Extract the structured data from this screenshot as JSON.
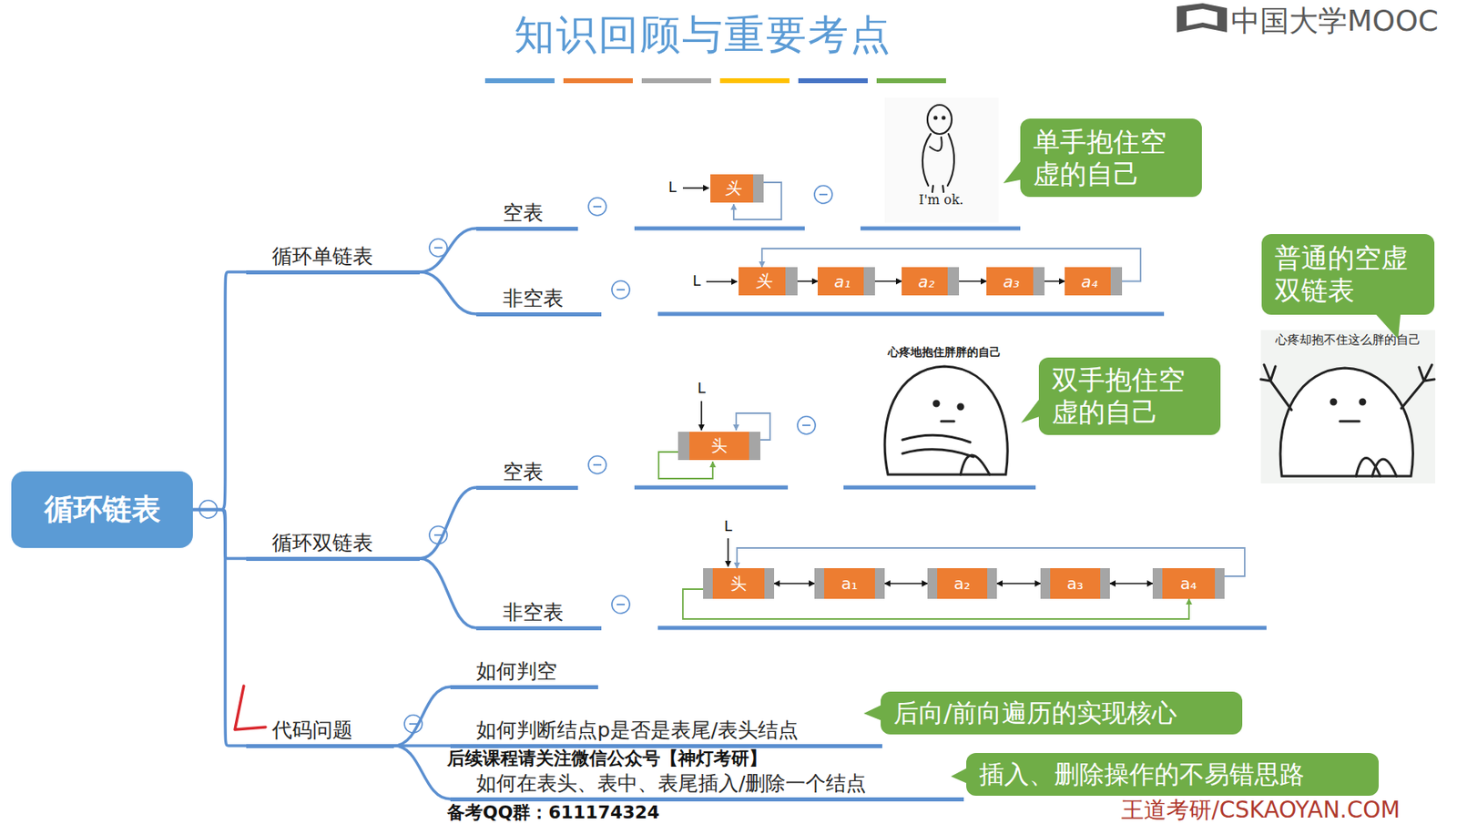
{
  "diagram": {
    "title": "知识回顾与重要考点",
    "nodes": [
      {
        "text": [
          "循环链表"
        ]
      },
      {
        "text": [
          "循环单链表"
        ]
      },
      {
        "text": [
          "空表"
        ]
      },
      {
        "text": [
          "非空表"
        ]
      },
      {
        "text": [
          "循环双链表"
        ]
      },
      {
        "text": [
          "空表"
        ]
      },
      {
        "text": [
          "非空表"
        ]
      },
      {
        "text": [
          "代码问题"
        ]
      },
      {
        "text": [
          "如何判空"
        ]
      },
      {
        "text": [
          "如何判断结点p是否是表尾/表头结点"
        ]
      },
      {
        "text": [
          "如何在表头、表中、表尾插入/删除一个结点"
        ]
      },
      {
        "text": [
          "头"
        ]
      },
      {
        "text": [
          "头"
        ]
      },
      {
        "text": [
          "a₁"
        ]
      },
      {
        "text": [
          "a₂"
        ]
      },
      {
        "text": [
          "a₃"
        ]
      },
      {
        "text": [
          "a₄"
        ]
      },
      {
        "text": [
          "头"
        ]
      },
      {
        "text": [
          "头"
        ]
      },
      {
        "text": [
          "a₁"
        ]
      },
      {
        "text": [
          "a₂"
        ]
      },
      {
        "text": [
          "a₃"
        ]
      },
      {
        "text": [
          "a₄"
        ]
      },
      {
        "text": [
          "单手抱住空虚的自己"
        ]
      },
      {
        "text": [
          "双手抱住空虚的自己"
        ]
      },
      {
        "text": [
          "普通的空虚双链表"
        ]
      },
      {
        "text": [
          "后向/前向遍历的实现核心"
        ]
      },
      {
        "text": [
          "插入、删除操作的不易错思路"
        ]
      }
    ],
    "edges": [
      {
        "from": 0,
        "to": 1,
        "arrow": "none"
      },
      {
        "from": 0,
        "to": 4,
        "arrow": "none"
      },
      {
        "from": 0,
        "to": 7,
        "arrow": "none"
      },
      {
        "from": 1,
        "to": 2,
        "arrow": "none"
      },
      {
        "from": 1,
        "to": 3,
        "arrow": "none"
      },
      {
        "from": 4,
        "to": 5,
        "arrow": "none"
      },
      {
        "from": 4,
        "to": 6,
        "arrow": "none"
      },
      {
        "from": 7,
        "to": 8,
        "arrow": "none"
      },
      {
        "from": 7,
        "to": 9,
        "arrow": "none"
      },
      {
        "from": 7,
        "to": 10,
        "arrow": "none"
      },
      {
        "from": 12,
        "to": 13,
        "arrow": "to"
      },
      {
        "from": 13,
        "to": 14,
        "arrow": "to"
      },
      {
        "from": 14,
        "to": 15,
        "arrow": "to"
      },
      {
        "from": 15,
        "to": 16,
        "arrow": "to"
      },
      {
        "from": 16,
        "to": 12,
        "arrow": "to"
      },
      {
        "from": 18,
        "to": 19,
        "arrow": "both"
      },
      {
        "from": 19,
        "to": 20,
        "arrow": "both"
      },
      {
        "from": 20,
        "to": 21,
        "arrow": "both"
      },
      {
        "from": 21,
        "to": 22,
        "arrow": "both"
      },
      {
        "from": 22,
        "to": 18,
        "arrow": "to"
      },
      {
        "from": 18,
        "to": 22,
        "arrow": "to"
      }
    ],
    "labels": [
      "中国大学MOOC",
      "I'm ok.",
      "心疼地抱住胖胖的自己",
      "心疼却抱不住这么胖的自己",
      "L",
      "L",
      "L",
      "L",
      "后续课程请关注微信公众号【神灯考研】",
      "备考QQ群：611174324",
      "王道考研/CSKAOYAN.COM"
    ]
  }
}
